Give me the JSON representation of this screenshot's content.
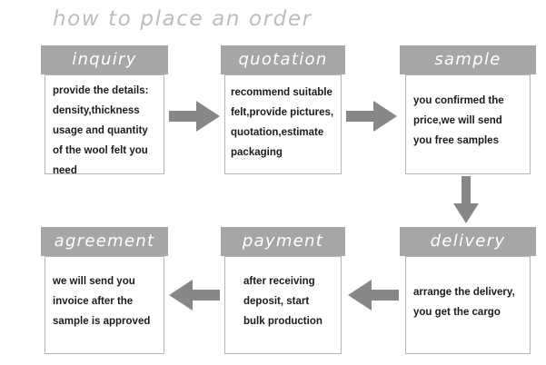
{
  "page": {
    "title": "how to place an order",
    "background_color": "#ffffff",
    "header_color": "#a6a6a6",
    "header_text_color": "#ffffff",
    "title_color": "#bdbdbd",
    "arrow_color": "#878787",
    "body_text_color": "#1c1c1c",
    "box_border_color": "#b5b5b5"
  },
  "steps": [
    {
      "id": "inquiry",
      "header": "inquiry",
      "body": "provide the details:\ndensity,thickness\nusage and quantity\nof the wool felt you\n need"
    },
    {
      "id": "quotation",
      "header": "quotation",
      "body": "recommend suitable\nfelt,provide pictures,\nquotation,estimate\npackaging"
    },
    {
      "id": "sample",
      "header": "sample",
      "body": "you confirmed the\nprice,we will send\nyou free samples"
    },
    {
      "id": "delivery",
      "header": "delivery",
      "body": "arrange the delivery,\nyou get the cargo"
    },
    {
      "id": "payment",
      "header": "payment",
      "body": "after receiving\ndeposit, start\nbulk production"
    },
    {
      "id": "agreement",
      "header": "agreement",
      "body": "we will send you\ninvoice after the\nsample is approved"
    }
  ],
  "connectors": [
    {
      "id": "inquiry-to-quotation",
      "direction": "right"
    },
    {
      "id": "quotation-to-sample",
      "direction": "right"
    },
    {
      "id": "sample-to-delivery",
      "direction": "down"
    },
    {
      "id": "delivery-to-payment",
      "direction": "left"
    },
    {
      "id": "payment-to-agreement",
      "direction": "left"
    }
  ]
}
